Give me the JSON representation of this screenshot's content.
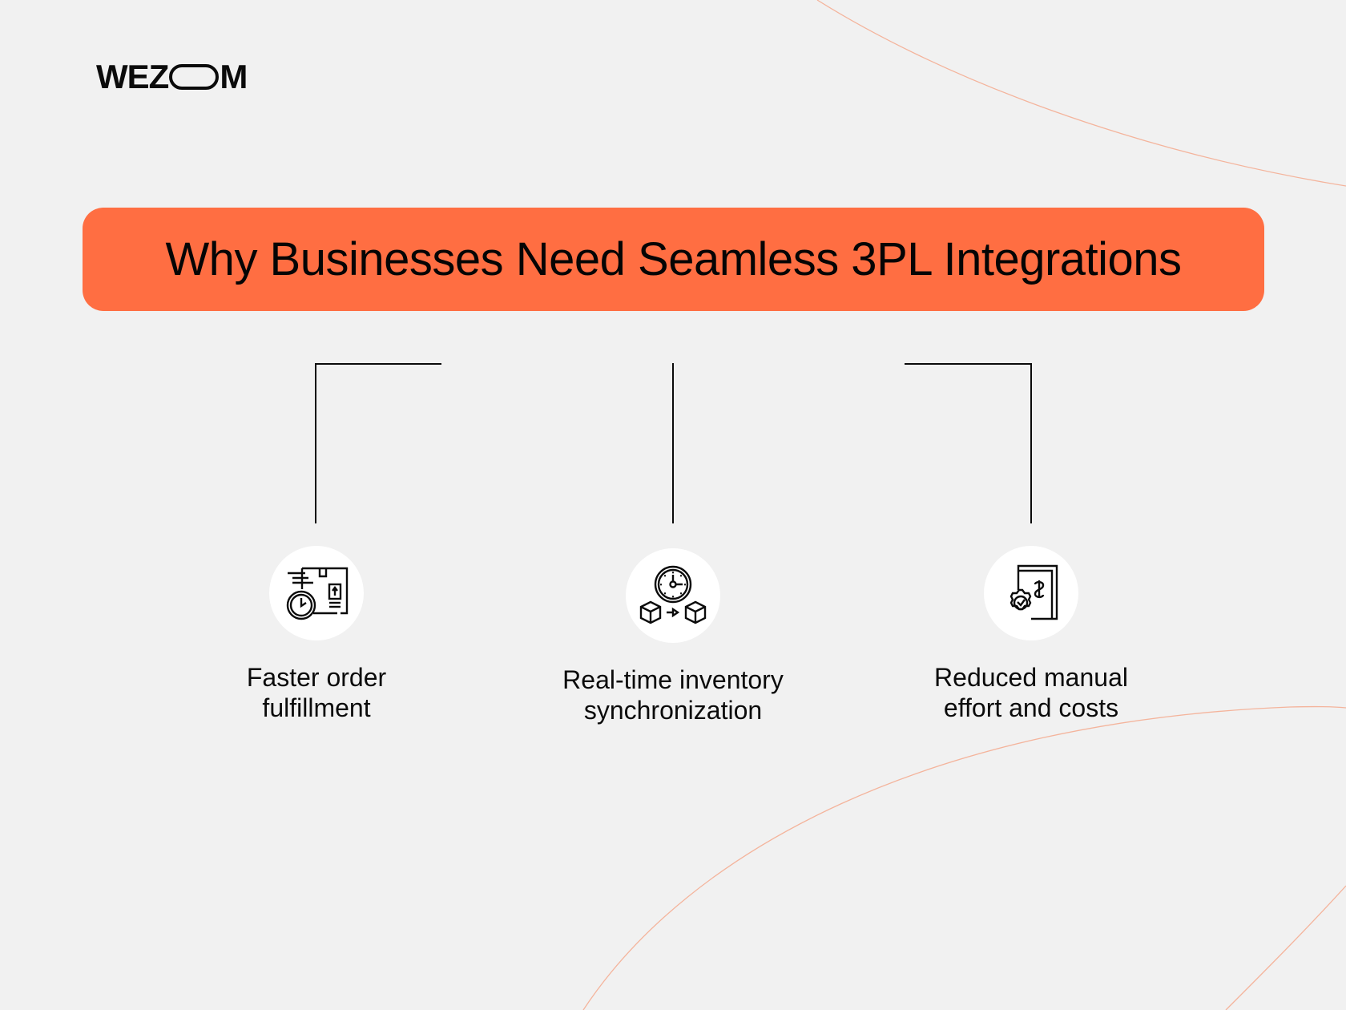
{
  "brand": {
    "logo_left": "WEZ",
    "logo_right": "M",
    "logo_full": "WEZOOM"
  },
  "banner": {
    "title": "Why Businesses Need Seamless 3PL Integrations",
    "color": "#ff6e42"
  },
  "colors": {
    "background": "#f1f1f1",
    "accent": "#ff6e42",
    "arc": "#f4b49c",
    "line": "#0b0b0b",
    "icon_bg": "#ffffff"
  },
  "items": [
    {
      "icon": "box-clock-icon",
      "label_line1": "Faster order",
      "label_line2": "fulfillment"
    },
    {
      "icon": "clock-boxes-sync-icon",
      "label_line1": "Real-time inventory",
      "label_line2": "synchronization"
    },
    {
      "icon": "cost-book-gear-icon",
      "label_line1": "Reduced manual",
      "label_line2": "effort and costs"
    }
  ]
}
